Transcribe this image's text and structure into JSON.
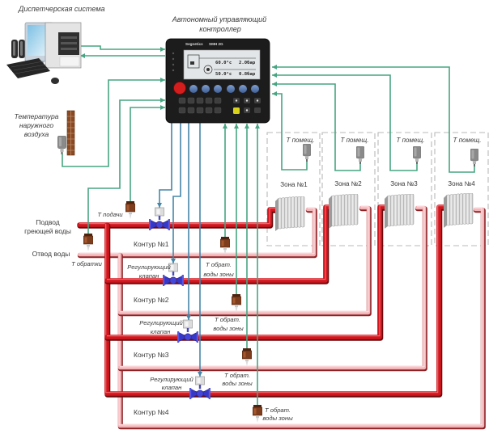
{
  "dispatch": {
    "label": "Диспетчерская система"
  },
  "controller": {
    "title": [
      "Автономный управляющий",
      "контроллер"
    ],
    "brand": "Segnetics",
    "model": "SMH 2G",
    "lcd": {
      "temp_1": "60.0°c",
      "pressure_1": "2.0бар",
      "temp_2": "50.0°c",
      "pressure_2": "0.8бар"
    }
  },
  "outdoor_sensor": {
    "label": [
      "Температура",
      "наружного",
      "воздуха"
    ]
  },
  "supply_main": {
    "label": [
      "Подвод",
      "греющей воды"
    ],
    "sensor_label": "Т подачи"
  },
  "return_main": {
    "label": "Отвод воды",
    "sensor_label": "Т обратки"
  },
  "zones": [
    {
      "label": "Зона №1",
      "sensor_label": "Т помещ."
    },
    {
      "label": "Зона №2",
      "sensor_label": "Т помещ."
    },
    {
      "label": "Зона №3",
      "sensor_label": "Т помещ."
    },
    {
      "label": "Зона №4",
      "sensor_label": "Т помещ."
    }
  ],
  "contours": [
    {
      "label": "Контур №1",
      "sensor_label": [
        "Т обрат.",
        "воды зоны"
      ]
    },
    {
      "label": "Контур №2",
      "valve_label": [
        "Регулирующий",
        "клапан"
      ],
      "sensor_label": [
        "Т обрат.",
        "воды зоны"
      ]
    },
    {
      "label": "Контур №3",
      "valve_label": [
        "Регулирующий",
        "клапан"
      ],
      "sensor_label": [
        "Т обрат.",
        "воды зоны"
      ]
    },
    {
      "label": "Контур №4",
      "valve_label": [
        "Регулирующий",
        "клапан"
      ],
      "sensor_label": [
        "Т обрат.",
        "воды зоны"
      ]
    }
  ],
  "colors": {
    "supply_pipe": "#d3161e",
    "return_pipe": "#f3b4b8",
    "signal_line": "#47a582",
    "control_line": "#4585a8",
    "valve": "#3838c8",
    "controller_body": "#1c1c1c"
  }
}
